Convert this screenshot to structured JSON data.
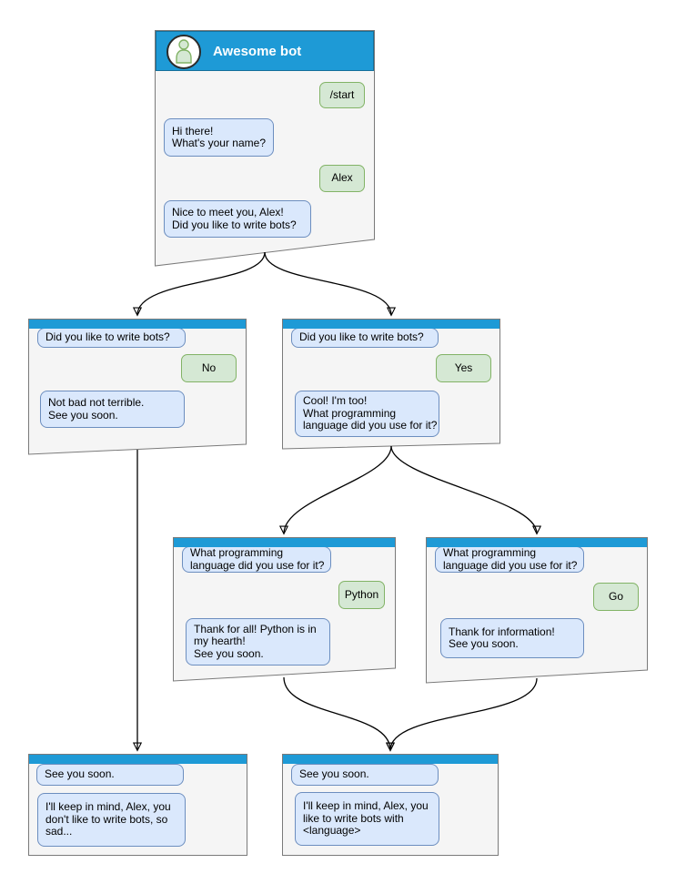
{
  "diagram_title": "Awesome bot",
  "colors": {
    "header_blue": "#1e9ad6",
    "window_bg": "#f5f5f5",
    "window_border": "#7a7a7a",
    "bot_bubble_bg": "#dae8fc",
    "bot_bubble_border": "#6c8ebf",
    "user_bubble_bg": "#d5e8d4",
    "user_bubble_border": "#82b366",
    "arrow": "#000000",
    "title_text": "#ffffff"
  },
  "windows": [
    {
      "id": "start",
      "title": "Awesome bot",
      "messages": [
        {
          "from": "user",
          "lines": [
            "/start"
          ]
        },
        {
          "from": "bot",
          "lines": [
            "Hi there!",
            "What's your name?"
          ]
        },
        {
          "from": "user",
          "lines": [
            "Alex"
          ]
        },
        {
          "from": "bot",
          "lines": [
            "Nice to meet you, Alex!",
            "Did you like to write bots?"
          ]
        }
      ]
    },
    {
      "id": "branch-no",
      "messages": [
        {
          "from": "bot",
          "lines": [
            "Did you like to write bots?"
          ]
        },
        {
          "from": "user",
          "lines": [
            "No"
          ]
        },
        {
          "from": "bot",
          "lines": [
            "Not bad not terrible.",
            "See you soon."
          ]
        }
      ]
    },
    {
      "id": "branch-yes",
      "messages": [
        {
          "from": "bot",
          "lines": [
            "Did you like to write bots?"
          ]
        },
        {
          "from": "user",
          "lines": [
            "Yes"
          ]
        },
        {
          "from": "bot",
          "lines": [
            "Cool! I'm too!",
            "What programming",
            "language did you use for it?"
          ]
        }
      ]
    },
    {
      "id": "branch-python",
      "messages": [
        {
          "from": "bot",
          "lines": [
            "What programming",
            "language did you use for it?"
          ]
        },
        {
          "from": "user",
          "lines": [
            "Python"
          ]
        },
        {
          "from": "bot",
          "lines": [
            "Thank for all! Python is in",
            "my hearth!",
            "See you soon."
          ]
        }
      ]
    },
    {
      "id": "branch-go",
      "messages": [
        {
          "from": "bot",
          "lines": [
            "What programming",
            "language did you use for it?"
          ]
        },
        {
          "from": "user",
          "lines": [
            "Go"
          ]
        },
        {
          "from": "bot",
          "lines": [
            "Thank for information!",
            "See you soon."
          ]
        }
      ]
    },
    {
      "id": "end-no",
      "messages": [
        {
          "from": "bot",
          "lines": [
            "See you soon."
          ]
        },
        {
          "from": "bot",
          "lines": [
            "I'll keep in mind, Alex, you",
            "don't like to write bots, so",
            "sad..."
          ]
        }
      ]
    },
    {
      "id": "end-yes",
      "messages": [
        {
          "from": "bot",
          "lines": [
            "See you soon."
          ]
        },
        {
          "from": "bot",
          "lines": [
            "I'll keep in mind, Alex, you",
            "like to write bots with",
            "<language>"
          ]
        }
      ]
    }
  ],
  "edges": [
    {
      "from": "start",
      "to": "branch-no"
    },
    {
      "from": "start",
      "to": "branch-yes"
    },
    {
      "from": "branch-yes",
      "to": "branch-python"
    },
    {
      "from": "branch-yes",
      "to": "branch-go"
    },
    {
      "from": "branch-no",
      "to": "end-no"
    },
    {
      "from": "branch-python",
      "to": "end-yes"
    },
    {
      "from": "branch-go",
      "to": "end-yes"
    }
  ]
}
